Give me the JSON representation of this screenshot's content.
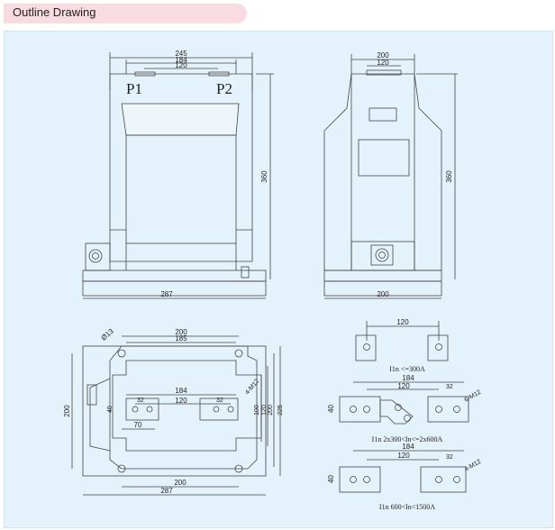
{
  "header": {
    "title": "Outline Drawing"
  },
  "front": {
    "w1": "245",
    "w2": "184",
    "w3": "120",
    "p1": "P1",
    "p2": "P2",
    "h": "360",
    "base": "287"
  },
  "side": {
    "w1": "200",
    "w2": "120",
    "h": "360",
    "base": "200"
  },
  "plan": {
    "hole": "Ø13",
    "w200": "200",
    "w185": "185",
    "w184": "184",
    "w120": "120",
    "w32": "32",
    "w70": "70",
    "h40": "40",
    "m12": "4-M12",
    "h100": "100",
    "h120": "120",
    "h200": "200",
    "h225": "225",
    "left200": "200",
    "bot200": "200",
    "bot287": "287"
  },
  "term1": {
    "w120": "120",
    "caption": "I1n <=300A"
  },
  "term2": {
    "w184": "184",
    "w120": "120",
    "w32": "32",
    "m12": "6-M12",
    "h40": "40",
    "caption": "I1n 2x300<In<=2x600A"
  },
  "term3": {
    "w184": "184",
    "w120": "120",
    "w32": "32",
    "m12": "4-M12",
    "h40": "40",
    "caption": "I1n 600<In<1500A"
  }
}
